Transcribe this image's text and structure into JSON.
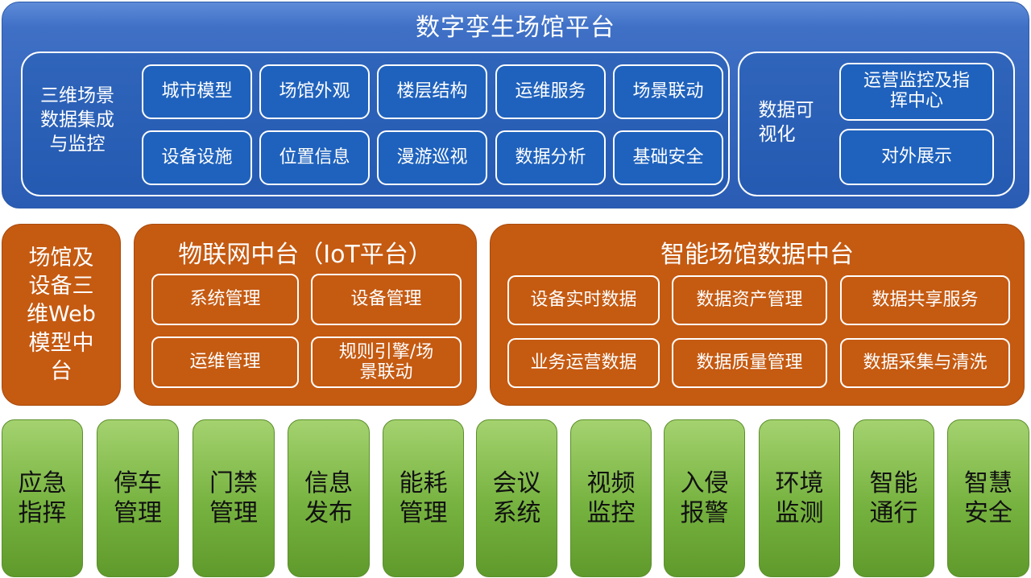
{
  "platform": {
    "title": "数字孪生场馆平台",
    "scene_module": {
      "label_lines": [
        "三维场景",
        "数据集成",
        "与监控"
      ],
      "items": [
        "城市模型",
        "场馆外观",
        "楼层结构",
        "运维服务",
        "场景联动",
        "设备设施",
        "位置信息",
        "漫游巡视",
        "数据分析",
        "基础安全"
      ]
    },
    "visualization_module": {
      "label_lines": [
        "数据可",
        "视化"
      ],
      "items": [
        {
          "lines": [
            "运营监控及指",
            "挥中心"
          ]
        },
        {
          "lines": [
            "对外展示"
          ]
        }
      ]
    }
  },
  "middle": {
    "web_model": {
      "lines": [
        "场馆及",
        "设备三",
        "维Web",
        "模型中",
        "台"
      ]
    },
    "iot": {
      "title": "物联网中台（IoT平台）",
      "items": [
        {
          "lines": [
            "系统管理"
          ]
        },
        {
          "lines": [
            "设备管理"
          ]
        },
        {
          "lines": [
            "运维管理"
          ]
        },
        {
          "lines": [
            "规则引擎/场",
            "景联动"
          ]
        }
      ]
    },
    "data": {
      "title": "智能场馆数据中台",
      "items": [
        "设备实时数据",
        "数据资产管理",
        "数据共享服务",
        "业务运营数据",
        "数据质量管理",
        "数据采集与清洗"
      ]
    }
  },
  "systems": [
    {
      "lines": [
        "应急",
        "指挥"
      ]
    },
    {
      "lines": [
        "停车",
        "管理"
      ]
    },
    {
      "lines": [
        "门禁",
        "管理"
      ]
    },
    {
      "lines": [
        "信息",
        "发布"
      ]
    },
    {
      "lines": [
        "能耗",
        "管理"
      ]
    },
    {
      "lines": [
        "会议",
        "系统"
      ]
    },
    {
      "lines": [
        "视频",
        "监控"
      ]
    },
    {
      "lines": [
        "入侵",
        "报警"
      ]
    },
    {
      "lines": [
        "环境",
        "监测"
      ]
    },
    {
      "lines": [
        "智能",
        "通行"
      ]
    },
    {
      "lines": [
        "智慧",
        "安全"
      ]
    }
  ],
  "colors": {
    "platform_blue": "#2a5cb4",
    "middle_orange": "#c55a11",
    "system_green": "#76b23f"
  }
}
